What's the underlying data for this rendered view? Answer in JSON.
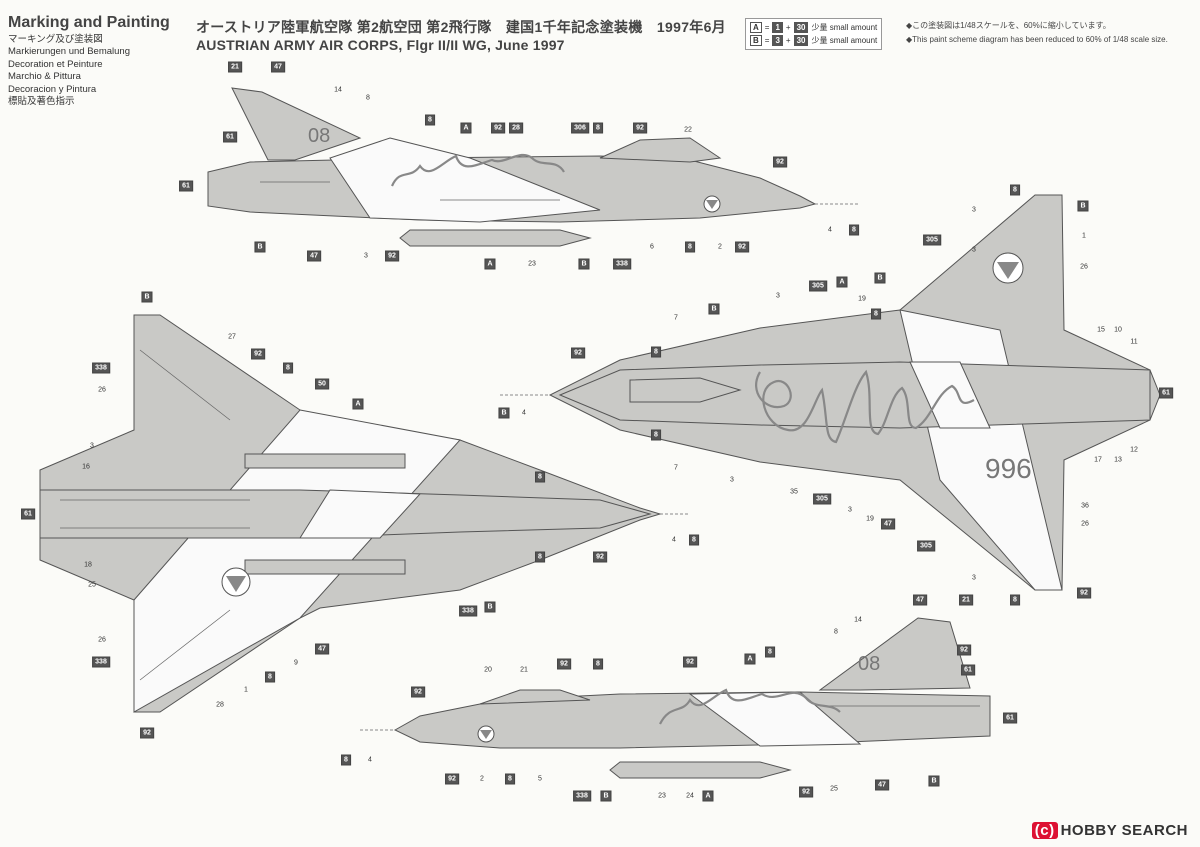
{
  "header": {
    "title_en": "Marking and Painting",
    "subtitles": [
      "マーキング及び塗装図",
      "Markierungen und Bemalung",
      "Decoration et Peinture",
      "Marchio & Pittura",
      "Decoracion y Pintura",
      "標貼及著色指示"
    ],
    "title_jp": "オーストリア陸軍航空隊 第2航空団 第2飛行隊　建国1千年記念塗装機　1997年6月",
    "title_en2": "AUSTRIAN ARMY AIR CORPS, Flgr II/II WG, June 1997"
  },
  "mix_legend": [
    {
      "code": "A",
      "parts": [
        "1",
        "30"
      ],
      "note": "少量 small amount"
    },
    {
      "code": "B",
      "parts": [
        "3",
        "30"
      ],
      "note": "少量 small amount"
    }
  ],
  "notes": [
    "◆この塗装図は1/48スケールを、60%に縮小しています。",
    "◆This paint scheme diagram has been reduced to 60% of 1/48 scale size."
  ],
  "callouts": {
    "top_side": [
      {
        "t": "21",
        "b": true
      },
      {
        "t": "47",
        "b": true
      },
      {
        "t": "14"
      },
      {
        "t": "8"
      },
      {
        "t": "61",
        "b": true
      },
      {
        "t": "61",
        "b": true
      },
      {
        "t": "8",
        "b": true
      },
      {
        "t": "A",
        "b": true
      },
      {
        "t": "92",
        "b": true
      },
      {
        "t": "28",
        "b": true
      },
      {
        "t": "306",
        "b": true
      },
      {
        "t": "8",
        "b": true
      },
      {
        "t": "92",
        "b": true
      },
      {
        "t": "22"
      },
      {
        "t": "92",
        "b": true
      },
      {
        "t": "B",
        "b": true
      },
      {
        "t": "47",
        "b": true
      },
      {
        "t": "3"
      },
      {
        "t": "92",
        "b": true
      },
      {
        "t": "A",
        "b": true
      },
      {
        "t": "23"
      },
      {
        "t": "B",
        "b": true
      },
      {
        "t": "338",
        "b": true
      },
      {
        "t": "6"
      },
      {
        "t": "8",
        "b": true
      },
      {
        "t": "2"
      },
      {
        "t": "92",
        "b": true
      },
      {
        "t": "4"
      },
      {
        "t": "8",
        "b": true
      }
    ],
    "top_view": [
      {
        "t": "B",
        "b": true
      },
      {
        "t": "27"
      },
      {
        "t": "92",
        "b": true
      },
      {
        "t": "338",
        "b": true
      },
      {
        "t": "8",
        "b": true
      },
      {
        "t": "26"
      },
      {
        "t": "50",
        "b": true
      },
      {
        "t": "A",
        "b": true
      },
      {
        "t": "3"
      },
      {
        "t": "16"
      },
      {
        "t": "8",
        "b": true
      },
      {
        "t": "61",
        "b": true
      },
      {
        "t": "4"
      },
      {
        "t": "8",
        "b": true
      },
      {
        "t": "18"
      },
      {
        "t": "92",
        "b": true
      },
      {
        "t": "8",
        "b": true
      },
      {
        "t": "25"
      },
      {
        "t": "338",
        "b": true
      },
      {
        "t": "B",
        "b": true
      },
      {
        "t": "26"
      },
      {
        "t": "47",
        "b": true
      },
      {
        "t": "338",
        "b": true
      },
      {
        "t": "9"
      },
      {
        "t": "8",
        "b": true
      },
      {
        "t": "1"
      },
      {
        "t": "28"
      },
      {
        "t": "92",
        "b": true
      }
    ],
    "bottom_view": [
      {
        "t": "8",
        "b": true
      },
      {
        "t": "3"
      },
      {
        "t": "B",
        "b": true
      },
      {
        "t": "305",
        "b": true
      },
      {
        "t": "3"
      },
      {
        "t": "B",
        "b": true
      },
      {
        "t": "1"
      },
      {
        "t": "26"
      },
      {
        "t": "7"
      },
      {
        "t": "B",
        "b": true
      },
      {
        "t": "3"
      },
      {
        "t": "305",
        "b": true
      },
      {
        "t": "A",
        "b": true
      },
      {
        "t": "19"
      },
      {
        "t": "8",
        "b": true
      },
      {
        "t": "15"
      },
      {
        "t": "10"
      },
      {
        "t": "11"
      },
      {
        "t": "92",
        "b": true
      },
      {
        "t": "8",
        "b": true
      },
      {
        "t": "61",
        "b": true
      },
      {
        "t": "B",
        "b": true
      },
      {
        "t": "4"
      },
      {
        "t": "8",
        "b": true
      },
      {
        "t": "12"
      },
      {
        "t": "13"
      },
      {
        "t": "17"
      },
      {
        "t": "7"
      },
      {
        "t": "3"
      },
      {
        "t": "35"
      },
      {
        "t": "305",
        "b": true
      },
      {
        "t": "3"
      },
      {
        "t": "19"
      },
      {
        "t": "47",
        "b": true
      },
      {
        "t": "305",
        "b": true
      },
      {
        "t": "36"
      },
      {
        "t": "26"
      },
      {
        "t": "3"
      },
      {
        "t": "8",
        "b": true
      },
      {
        "t": "92",
        "b": true
      }
    ],
    "bottom_side": [
      {
        "t": "47",
        "b": true
      },
      {
        "t": "21",
        "b": true
      },
      {
        "t": "8"
      },
      {
        "t": "14"
      },
      {
        "t": "20"
      },
      {
        "t": "21"
      },
      {
        "t": "92",
        "b": true
      },
      {
        "t": "8",
        "b": true
      },
      {
        "t": "92",
        "b": true
      },
      {
        "t": "A",
        "b": true
      },
      {
        "t": "8",
        "b": true
      },
      {
        "t": "61",
        "b": true
      },
      {
        "t": "92",
        "b": true
      },
      {
        "t": "61",
        "b": true
      },
      {
        "t": "8",
        "b": true
      },
      {
        "t": "4"
      },
      {
        "t": "92",
        "b": true
      },
      {
        "t": "2"
      },
      {
        "t": "8",
        "b": true
      },
      {
        "t": "5"
      },
      {
        "t": "338",
        "b": true
      },
      {
        "t": "B",
        "b": true
      },
      {
        "t": "23"
      },
      {
        "t": "24"
      },
      {
        "t": "A",
        "b": true
      },
      {
        "t": "92",
        "b": true
      },
      {
        "t": "25"
      },
      {
        "t": "47",
        "b": true
      },
      {
        "t": "B",
        "b": true
      },
      {
        "t": "92",
        "b": true
      }
    ]
  },
  "markings": {
    "tail_number": "08",
    "script_text": "Österreich",
    "year": "996"
  },
  "watermark": {
    "brand": "HOBBY SEARCH",
    "mark": "(c)"
  },
  "colors": {
    "grey": "#c9c9c6",
    "line": "#555555",
    "dark": "#555555"
  }
}
